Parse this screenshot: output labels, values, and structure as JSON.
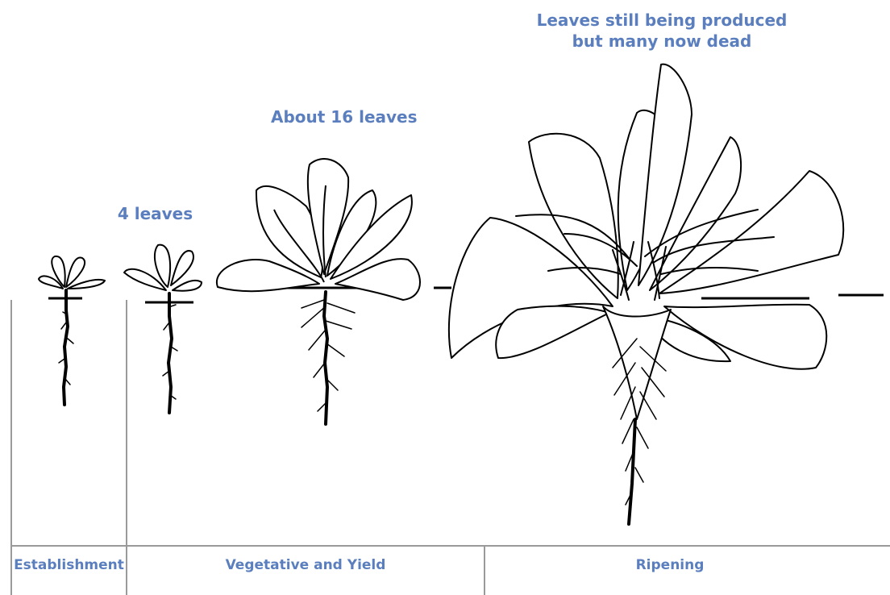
{
  "annotations": {
    "seedling": "4 leaves",
    "vegetative": "About 16 leaves",
    "ripening_line1": "Leaves still being produced",
    "ripening_line2": "but many now dead"
  },
  "stages": {
    "establishment": "Establishment",
    "vegetative_yield": "Vegetative and Yield",
    "ripening": "Ripening"
  },
  "colors": {
    "label_blue": "#5b7fbe",
    "divider_gray": "#9a9a9a",
    "ink": "#000000"
  }
}
